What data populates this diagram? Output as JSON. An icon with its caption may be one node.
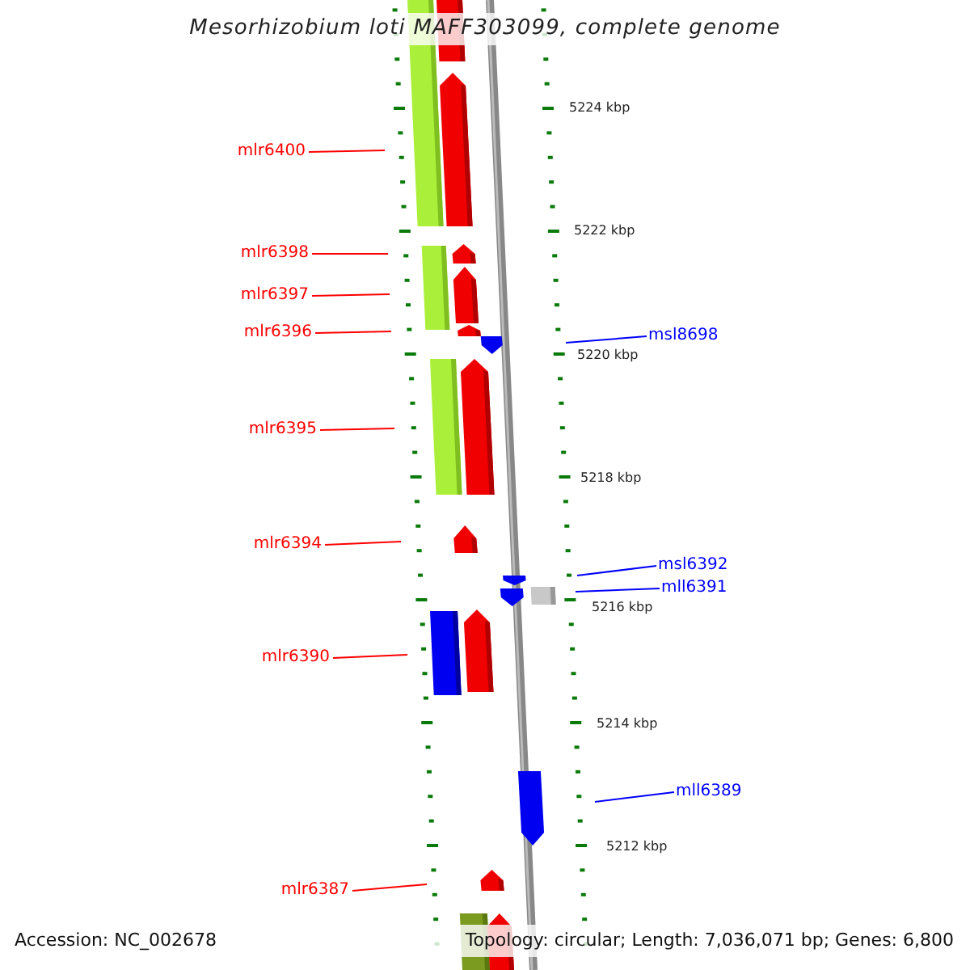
{
  "diagram": {
    "title": "Mesorhizobium loti MAFF303099, complete genome",
    "nodes": [
      {
        "text": [
          "mlr6400"
        ]
      },
      {
        "text": [
          "mlr6398"
        ]
      },
      {
        "text": [
          "mlr6397"
        ]
      },
      {
        "text": [
          "mlr6396"
        ]
      },
      {
        "text": [
          "msl8698"
        ]
      },
      {
        "text": [
          "mlr6395"
        ]
      },
      {
        "text": [
          "mlr6394"
        ]
      },
      {
        "text": [
          "msl6392"
        ]
      },
      {
        "text": [
          "mll6391"
        ]
      },
      {
        "text": [
          "mlr6390"
        ]
      },
      {
        "text": [
          "mll6389"
        ]
      },
      {
        "text": [
          "mlr6387"
        ]
      }
    ],
    "edges": [
      {
        "from": 0,
        "to": null,
        "arrow": "none"
      },
      {
        "from": 1,
        "to": null,
        "arrow": "none"
      },
      {
        "from": 2,
        "to": null,
        "arrow": "none"
      },
      {
        "from": 3,
        "to": null,
        "arrow": "none"
      },
      {
        "from": 4,
        "to": null,
        "arrow": "none",
        "color": "#0000ff"
      },
      {
        "from": 5,
        "to": null,
        "arrow": "none"
      },
      {
        "from": 6,
        "to": null,
        "arrow": "none"
      },
      {
        "from": 7,
        "to": null,
        "arrow": "none",
        "color": "#0000ff"
      },
      {
        "from": 8,
        "to": null,
        "arrow": "none",
        "color": "#0000ff"
      },
      {
        "from": 9,
        "to": null,
        "arrow": "none"
      },
      {
        "from": 10,
        "to": null,
        "arrow": "none",
        "color": "#0000ff"
      },
      {
        "from": 11,
        "to": null,
        "arrow": "none"
      }
    ],
    "labels": [
      "5224 kbp",
      "5222 kbp",
      "5220 kbp",
      "5218 kbp",
      "5216 kbp",
      "5214 kbp",
      "5212 kbp",
      "Accession: NC_002678",
      "Topology: circular; Length: 7,036,071 bp; Genes: 6,800"
    ]
  }
}
